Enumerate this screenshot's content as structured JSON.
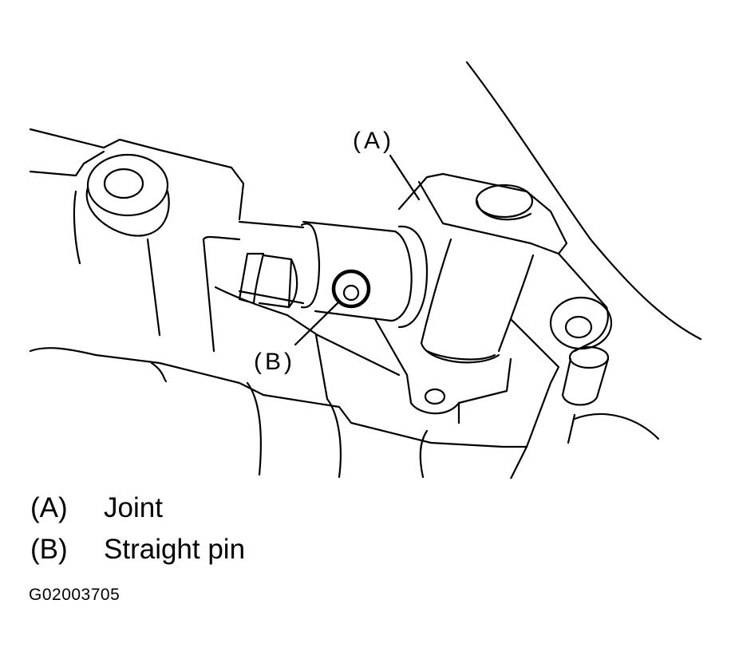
{
  "callouts": {
    "a": "(A)",
    "b": "(B)"
  },
  "legend": [
    {
      "mark": "(A)",
      "label": "Joint"
    },
    {
      "mark": "(B)",
      "label": "Straight pin"
    }
  ],
  "figure_code": "G02003705"
}
